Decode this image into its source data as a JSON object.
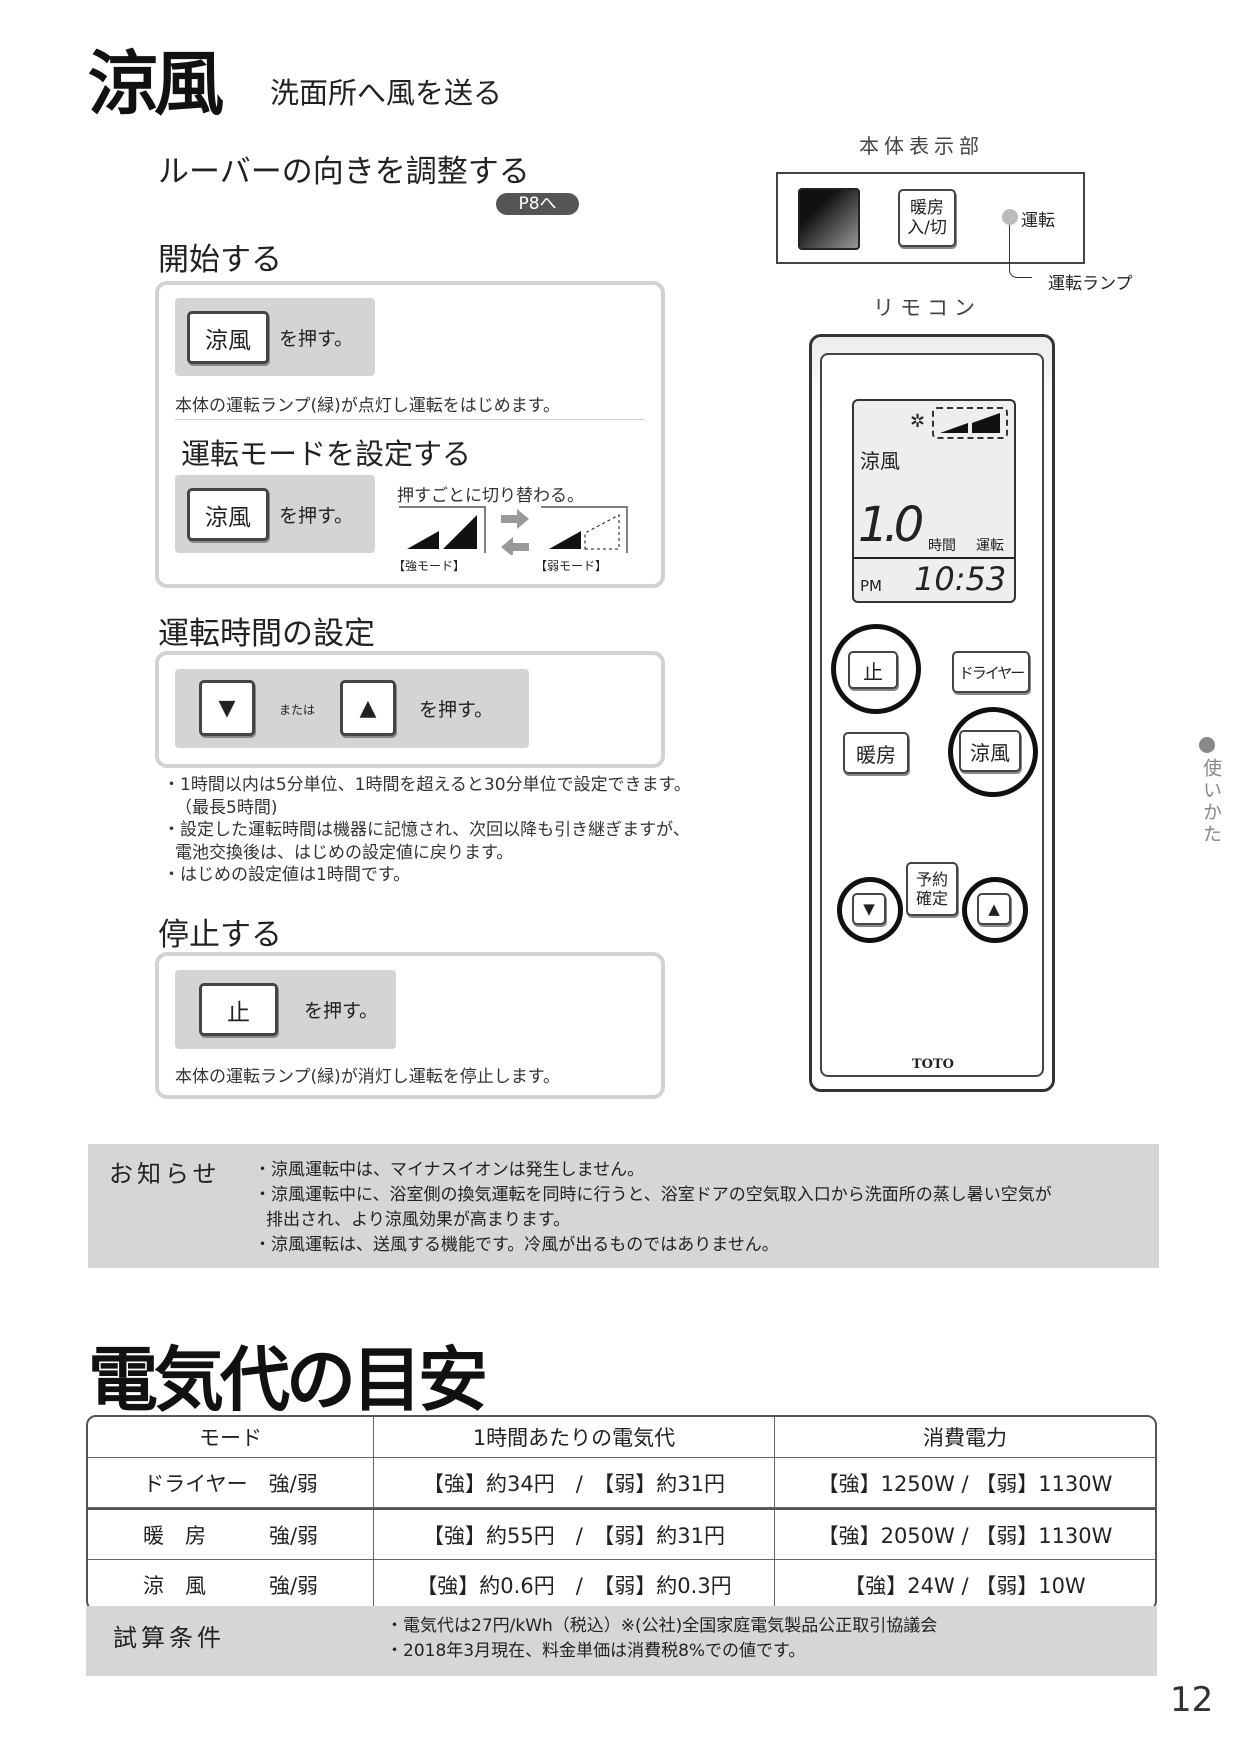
{
  "header": {
    "title": "涼風",
    "subtitle": "洗面所へ風を送る"
  },
  "louver": {
    "heading": "ルーバーの向きを調整する",
    "ref_link": "P8へ"
  },
  "start": {
    "heading": "開始する",
    "key_label": "涼風",
    "press_text": "を押す。",
    "note": "本体の運転ランプ(緑)が点灯し運転をはじめます。"
  },
  "mode": {
    "heading": "運転モードを設定する",
    "key_label": "涼風",
    "press_text": "を押す。",
    "toggle_text": "押すごとに切り替わる。",
    "strong_label": "【強モード】",
    "weak_label": "【弱モード】"
  },
  "timer": {
    "heading": "運転時間の設定",
    "down_key": "▼",
    "or_text": "または",
    "up_key": "▲",
    "press_text": "を押す。",
    "notes": [
      "・1時間以内は5分単位、1時間を超えると30分単位で設定できます。",
      "（最長5時間)",
      "・設定した運転時間は機器に記憶され、次回以降も引き継ぎますが、",
      "電池交換後は、はじめの設定値に戻ります。",
      "・はじめの設定値は1時間です。"
    ]
  },
  "stop": {
    "heading": "停止する",
    "key_label": "止",
    "press_text": "を押す。",
    "note": "本体の運転ランプ(緑)が消灯し運転を停止します。"
  },
  "main_unit": {
    "label": "本体表示部",
    "key_label_1": "暖房",
    "key_label_2": "入/切",
    "lamp_text": "運転",
    "lamp_caption": "運転ランプ"
  },
  "remote": {
    "label": "リモコン",
    "lcd_mode": "涼風",
    "lcd_hours": "1.0",
    "lcd_hours_unit": "時間",
    "lcd_status": "運転",
    "lcd_ampm": "PM",
    "lcd_clock": "10:53",
    "stop_key": "止",
    "dryer_key": "ドライヤー",
    "heat_key": "暖房",
    "cool_key": "涼風",
    "reserve_key_1": "予約",
    "reserve_key_2": "確定",
    "down_key": "▼",
    "up_key": "▲",
    "brand": "TOTO"
  },
  "side_tab": {
    "label": "使いかた"
  },
  "notice": {
    "heading": "お知らせ",
    "items": [
      "・涼風運転中は、マイナスイオンは発生しません。",
      "・涼風運転中に、浴室側の換気運転を同時に行うと、浴室ドアの空気取入口から洗面所の蒸し暑い空気が",
      "排出され、より涼風効果が高まります。",
      "・涼風運転は、送風する機能です。冷風が出るものではありません。"
    ]
  },
  "cost": {
    "heading": "電気代の目安",
    "columns": [
      "モード",
      "1時間あたりの電気代",
      "消費電力"
    ],
    "rows": [
      {
        "mode": "ドライヤー　強/弱",
        "cost": "【強】約34円　/　【弱】約31円",
        "power": "【強】1250W / 【弱】1130W"
      },
      {
        "mode": "暖　房　　　強/弱",
        "cost": "【強】約55円　/　【弱】約31円",
        "power": "【強】2050W / 【弱】1130W"
      },
      {
        "mode": "涼　風　　　強/弱",
        "cost": "【強】約0.6円　/　【弱】約0.3円",
        "power": "【強】24W / 【弱】10W"
      }
    ],
    "conditions_heading": "試算条件",
    "conditions": [
      "・電気代は27円/kWh（税込）※(公社)全国家庭電気製品公正取引協議会",
      "・2018年3月現在、料金単価は消費税8%での値です。"
    ]
  },
  "page_number": "12"
}
